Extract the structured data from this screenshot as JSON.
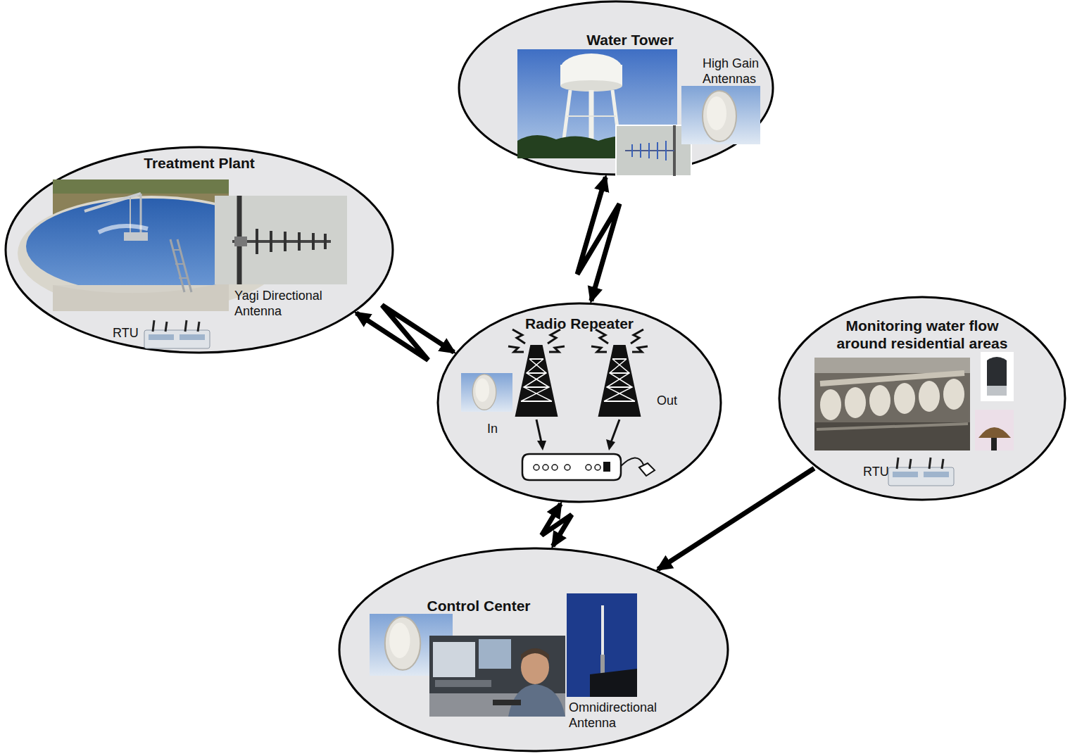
{
  "diagram": {
    "nodes": [
      {
        "text": [
          "Water Tower",
          "High Gain Antennas"
        ]
      },
      {
        "text": [
          "Treatment Plant",
          "Yagi Directional Antenna",
          "RTU"
        ]
      },
      {
        "text": [
          "Radio Repeater",
          "In",
          "Out"
        ]
      },
      {
        "text": [
          "Monitoring water flow around residential areas",
          "RTU"
        ]
      },
      {
        "text": [
          "Control Center",
          "Omnidirectional Antenna"
        ]
      }
    ],
    "edges": [
      {
        "from": 0,
        "to": 2,
        "arrow": "both"
      },
      {
        "from": 1,
        "to": 2,
        "arrow": "both"
      },
      {
        "from": 2,
        "to": 4,
        "arrow": "both"
      },
      {
        "from": 3,
        "to": 4,
        "arrow": "to"
      }
    ]
  }
}
